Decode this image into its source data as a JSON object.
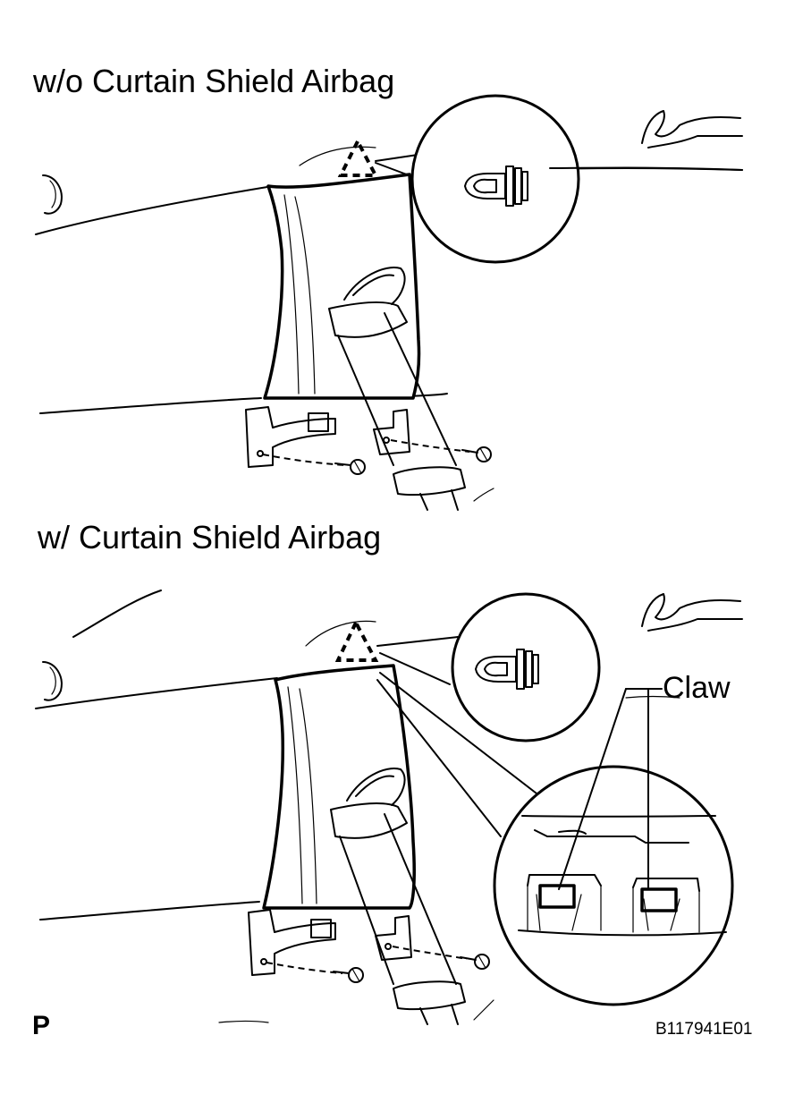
{
  "labels": {
    "without_airbag": "w/o Curtain Shield Airbag",
    "with_airbag": "w/ Curtain Shield Airbag",
    "claw": "Claw",
    "p_marker": "P",
    "figure_code": "B117941E01"
  }
}
